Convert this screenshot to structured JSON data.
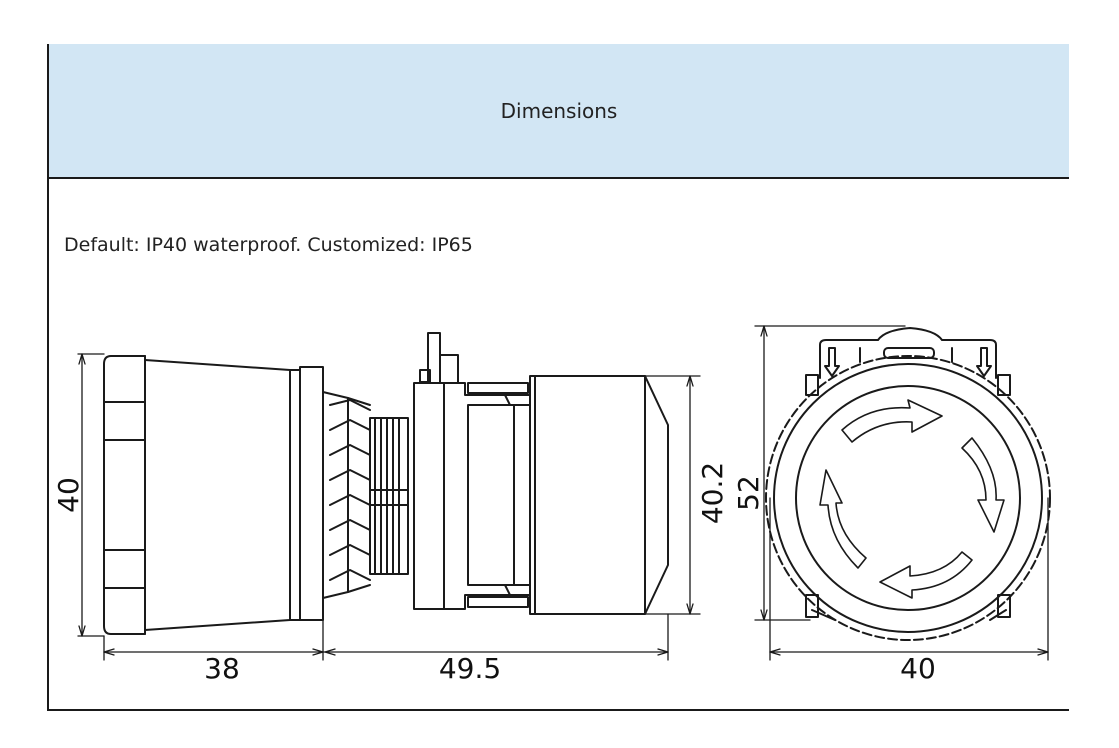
{
  "header": {
    "title": "Dimensions"
  },
  "note": "Default: IP40 waterproof. Customized: IP65",
  "dimensions": {
    "side_height": "40",
    "head_depth": "38",
    "body_depth": "49.5",
    "body_height": "40.2",
    "front_height": "52",
    "front_width": "40"
  }
}
